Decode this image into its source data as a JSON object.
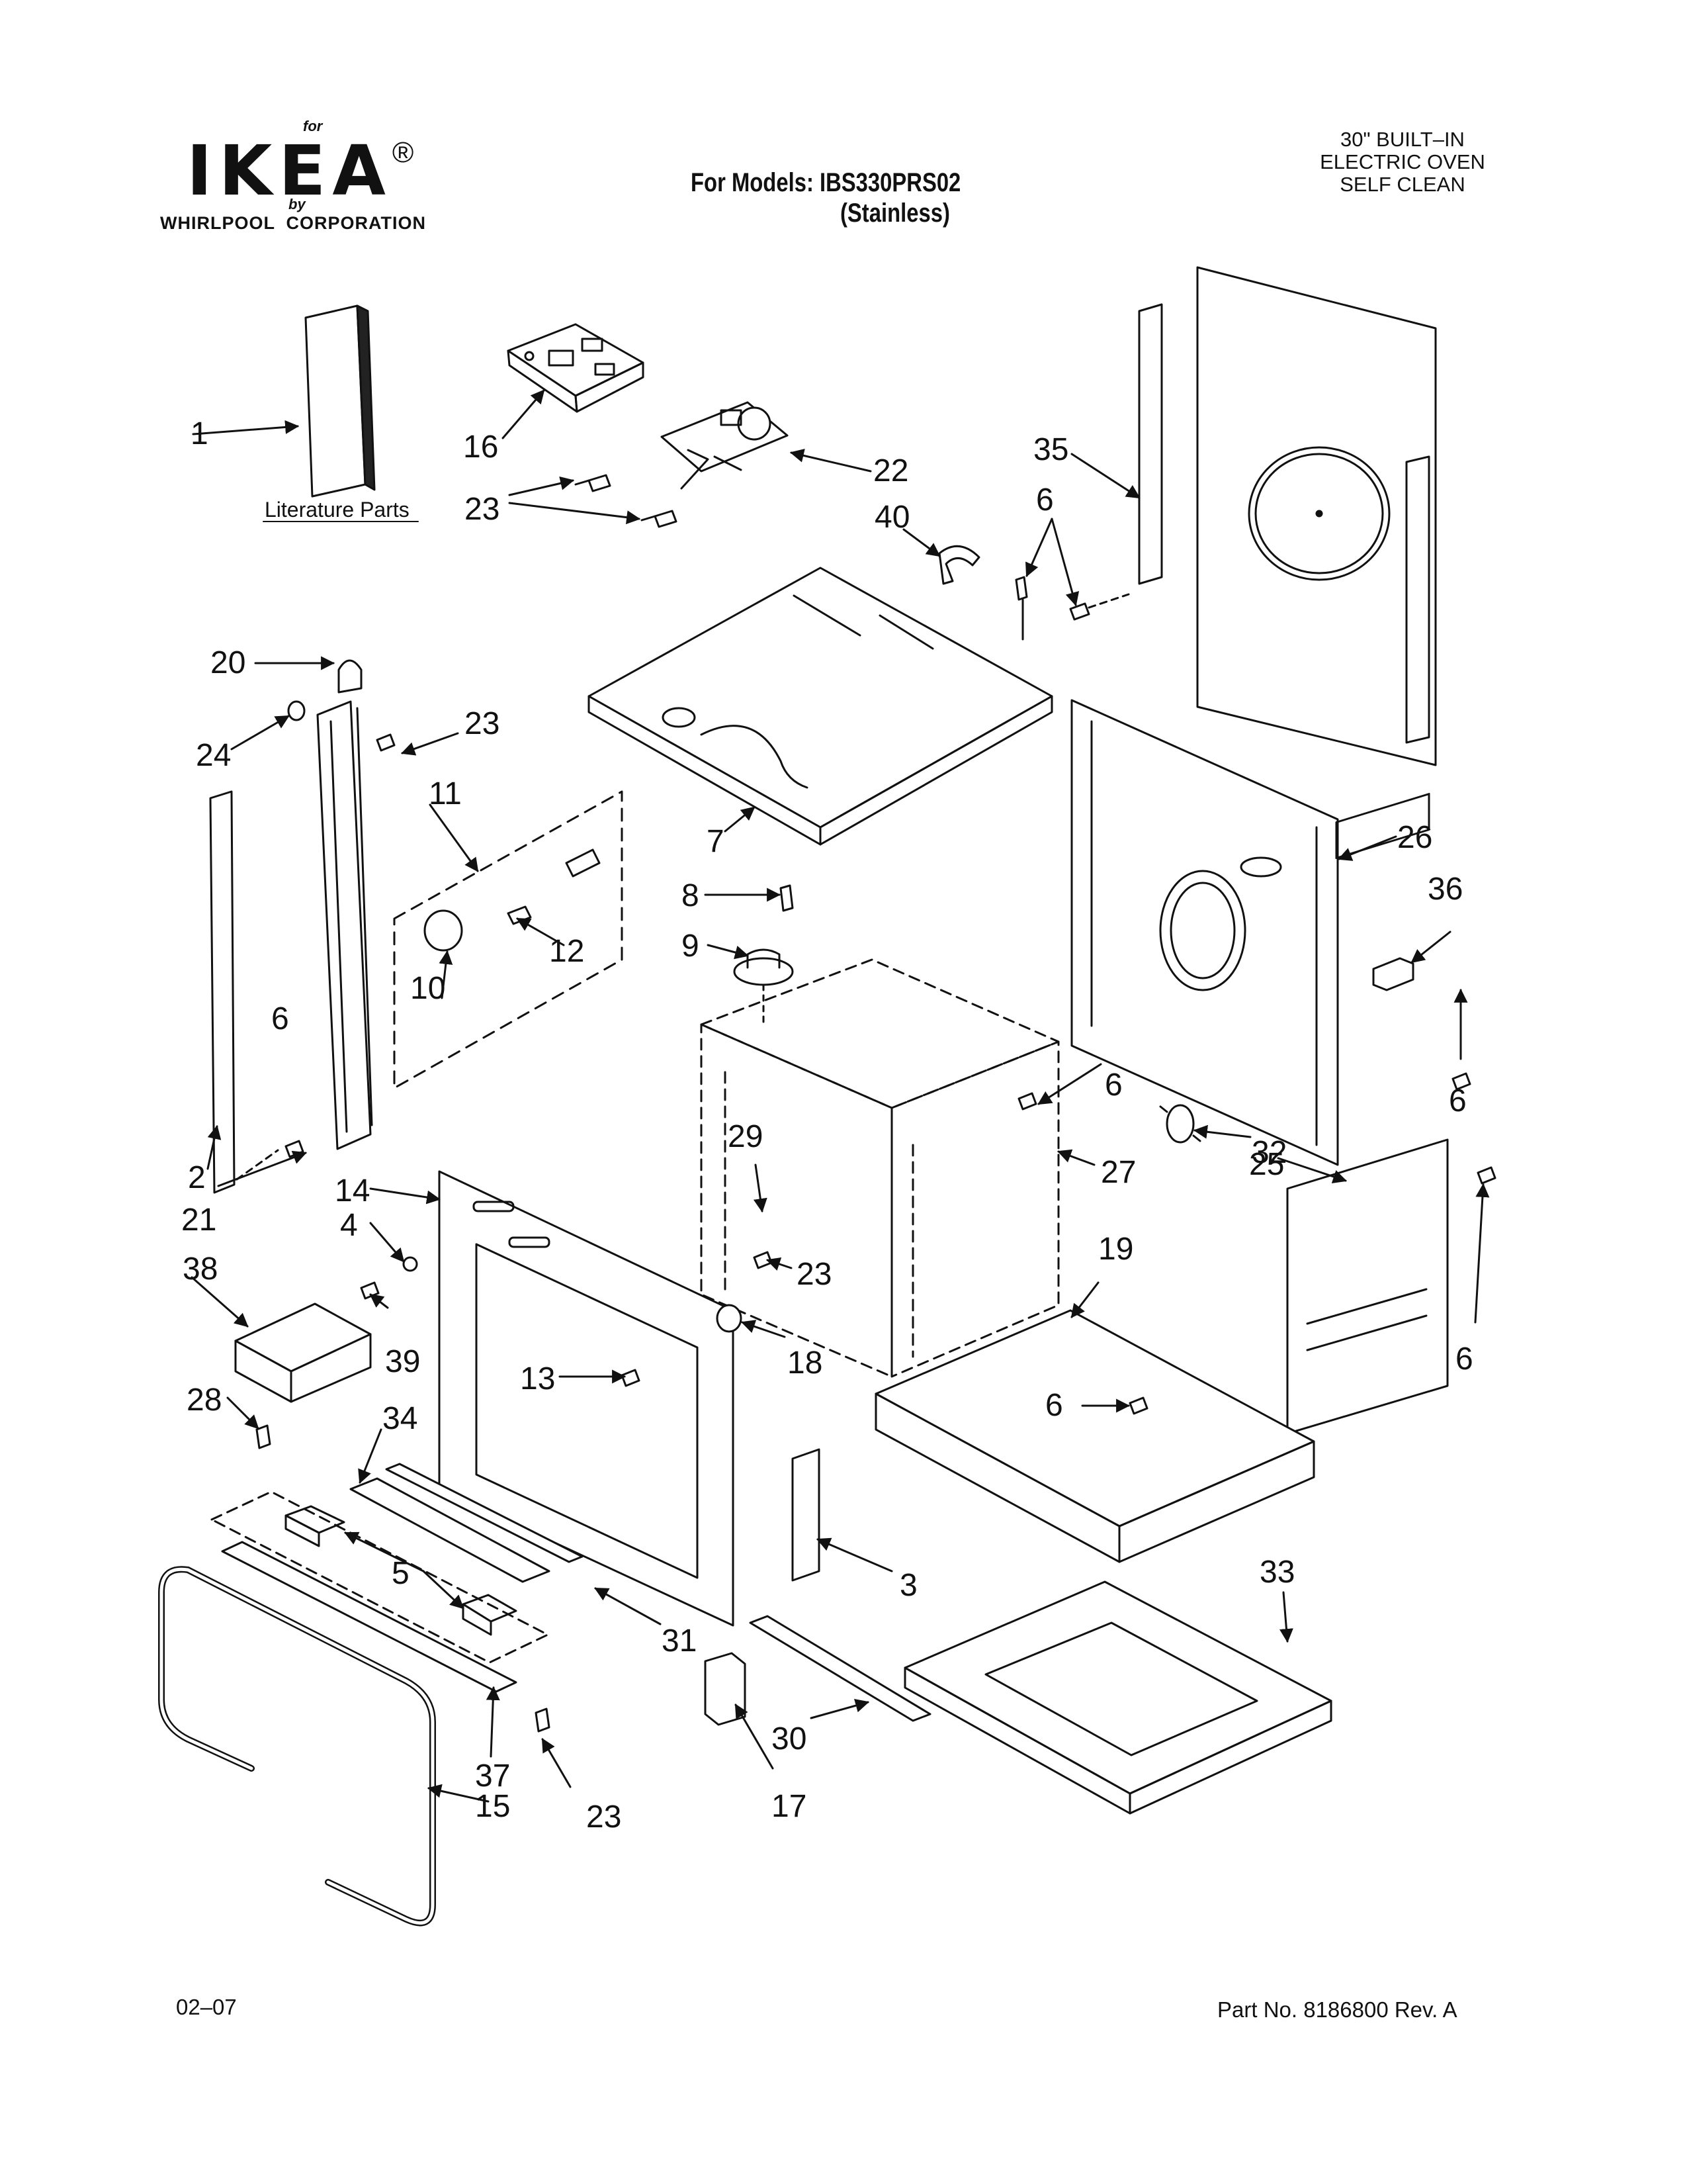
{
  "header": {
    "logo_for": "for",
    "logo_word": "IKEA",
    "logo_registered": "®",
    "logo_by": "by",
    "logo_corporation": "WHIRLPOOL  CORPORATION",
    "models_line1": "For Models: IBS330PRS02",
    "models_line2": "(Stainless)",
    "oven_type": [
      "30\" BUILT–IN",
      "ELECTRIC OVEN",
      "SELF CLEAN"
    ]
  },
  "diagram": {
    "literature_label": "Literature Parts",
    "callouts": [
      "1",
      "16",
      "22",
      "23",
      "23",
      "40",
      "35",
      "6",
      "6",
      "20",
      "24",
      "23",
      "11",
      "7",
      "26",
      "36",
      "8",
      "9",
      "12",
      "10",
      "6",
      "6",
      "6",
      "32",
      "2",
      "21",
      "29",
      "27",
      "25",
      "14",
      "4",
      "38",
      "39",
      "23",
      "19",
      "6",
      "18",
      "28",
      "13",
      "6",
      "34",
      "3",
      "5",
      "31",
      "33",
      "30",
      "37",
      "15",
      "23",
      "17"
    ]
  },
  "footer": {
    "date_code": "02–07",
    "part_number": "Part No. 8186800 Rev. A"
  },
  "colors": {
    "ink": "#111111",
    "paper": "#ffffff"
  }
}
